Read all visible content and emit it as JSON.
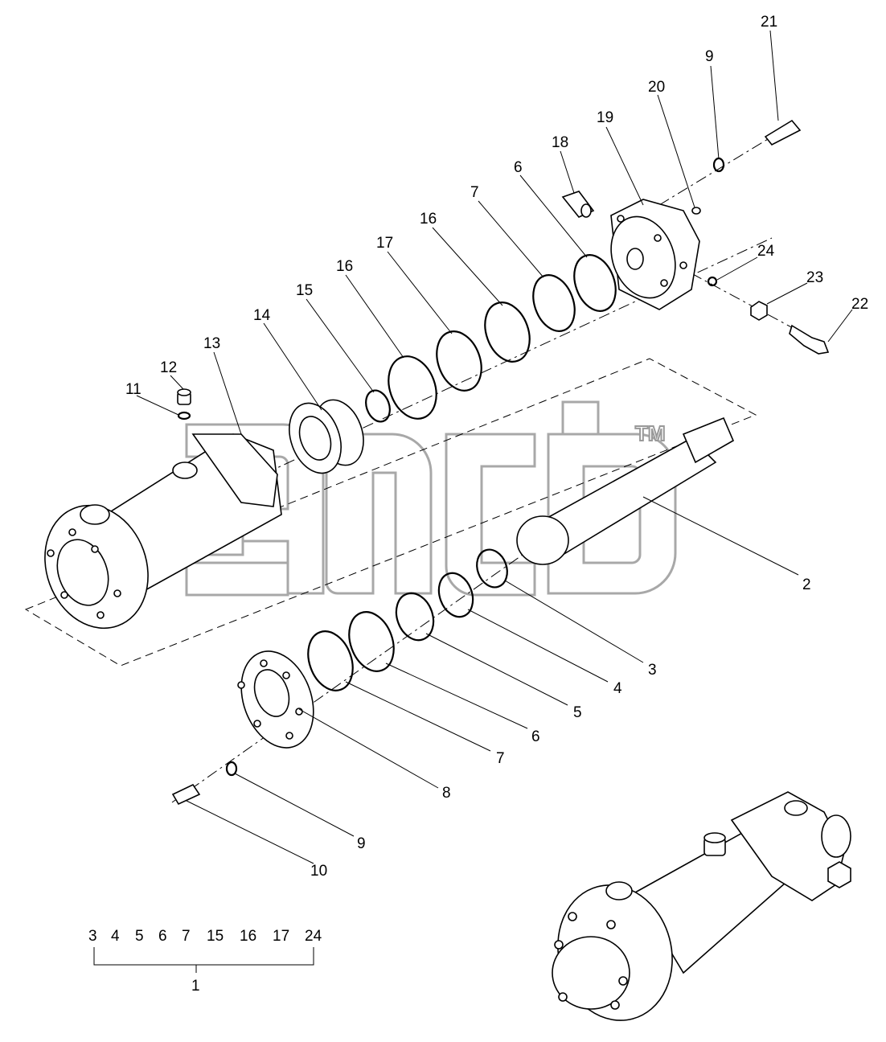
{
  "diagram": {
    "callouts": [
      {
        "id": "c21",
        "label": "21"
      },
      {
        "id": "c9top",
        "label": "9"
      },
      {
        "id": "c20",
        "label": "20"
      },
      {
        "id": "c19",
        "label": "19"
      },
      {
        "id": "c18",
        "label": "18"
      },
      {
        "id": "c6top",
        "label": "6"
      },
      {
        "id": "c7top",
        "label": "7"
      },
      {
        "id": "c16a",
        "label": "16"
      },
      {
        "id": "c17",
        "label": "17"
      },
      {
        "id": "c16b",
        "label": "16"
      },
      {
        "id": "c15",
        "label": "15"
      },
      {
        "id": "c14",
        "label": "14"
      },
      {
        "id": "c13",
        "label": "13"
      },
      {
        "id": "c12",
        "label": "12"
      },
      {
        "id": "c11",
        "label": "11"
      },
      {
        "id": "c24",
        "label": "24"
      },
      {
        "id": "c23",
        "label": "23"
      },
      {
        "id": "c22",
        "label": "22"
      },
      {
        "id": "c2",
        "label": "2"
      },
      {
        "id": "c3",
        "label": "3"
      },
      {
        "id": "c4",
        "label": "4"
      },
      {
        "id": "c5",
        "label": "5"
      },
      {
        "id": "c6bot",
        "label": "6"
      },
      {
        "id": "c7bot",
        "label": "7"
      },
      {
        "id": "c8",
        "label": "8"
      },
      {
        "id": "c9bot",
        "label": "9"
      },
      {
        "id": "c10",
        "label": "10"
      }
    ],
    "kit": {
      "items": [
        "3",
        "4",
        "5",
        "6",
        "7",
        "15",
        "16",
        "17",
        "24"
      ],
      "label": "1"
    },
    "watermark": {
      "text": "TM"
    }
  }
}
